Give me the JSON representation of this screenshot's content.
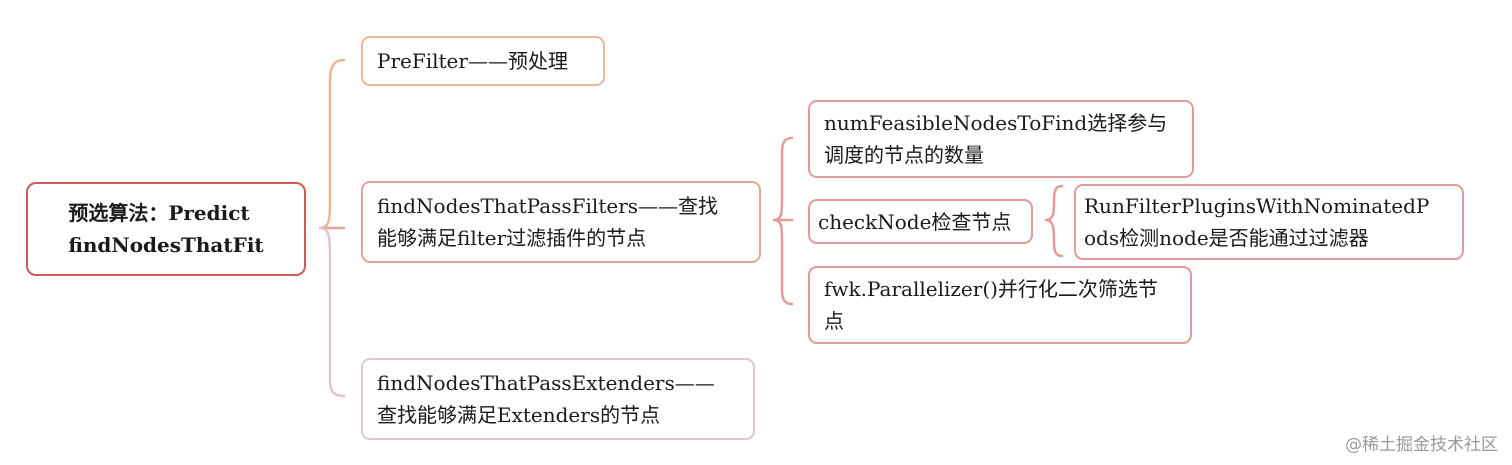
{
  "root": {
    "label": "预选算法：Predict\nfindNodesThatFit"
  },
  "level1": {
    "prefilter": "PreFilter——预处理",
    "filters": "findNodesThatPassFilters——查找\n能够满足filter过滤插件的节点",
    "extenders": "findNodesThatPassExtenders——\n查找能够满足Extenders的节点"
  },
  "level2": {
    "num_feasible": "numFeasibleNodesToFind选择参与\n调度的节点的数量",
    "check_node": "checkNode检查节点",
    "parallelizer": "fwk.Parallelizer()并行化二次筛选节\n点"
  },
  "level3": {
    "run_filter": "RunFilterPluginsWithNominatedP\nods检测node是否能通过过滤器"
  },
  "watermark": "@稀土掘金技术社区",
  "colors": {
    "root_border": "#cf5a5a",
    "prefilter_branch": "#f0b494",
    "filters_branch": "#e5a49a",
    "extenders_branch": "#ddc8cc",
    "level2_branch": "#e39a9a"
  }
}
